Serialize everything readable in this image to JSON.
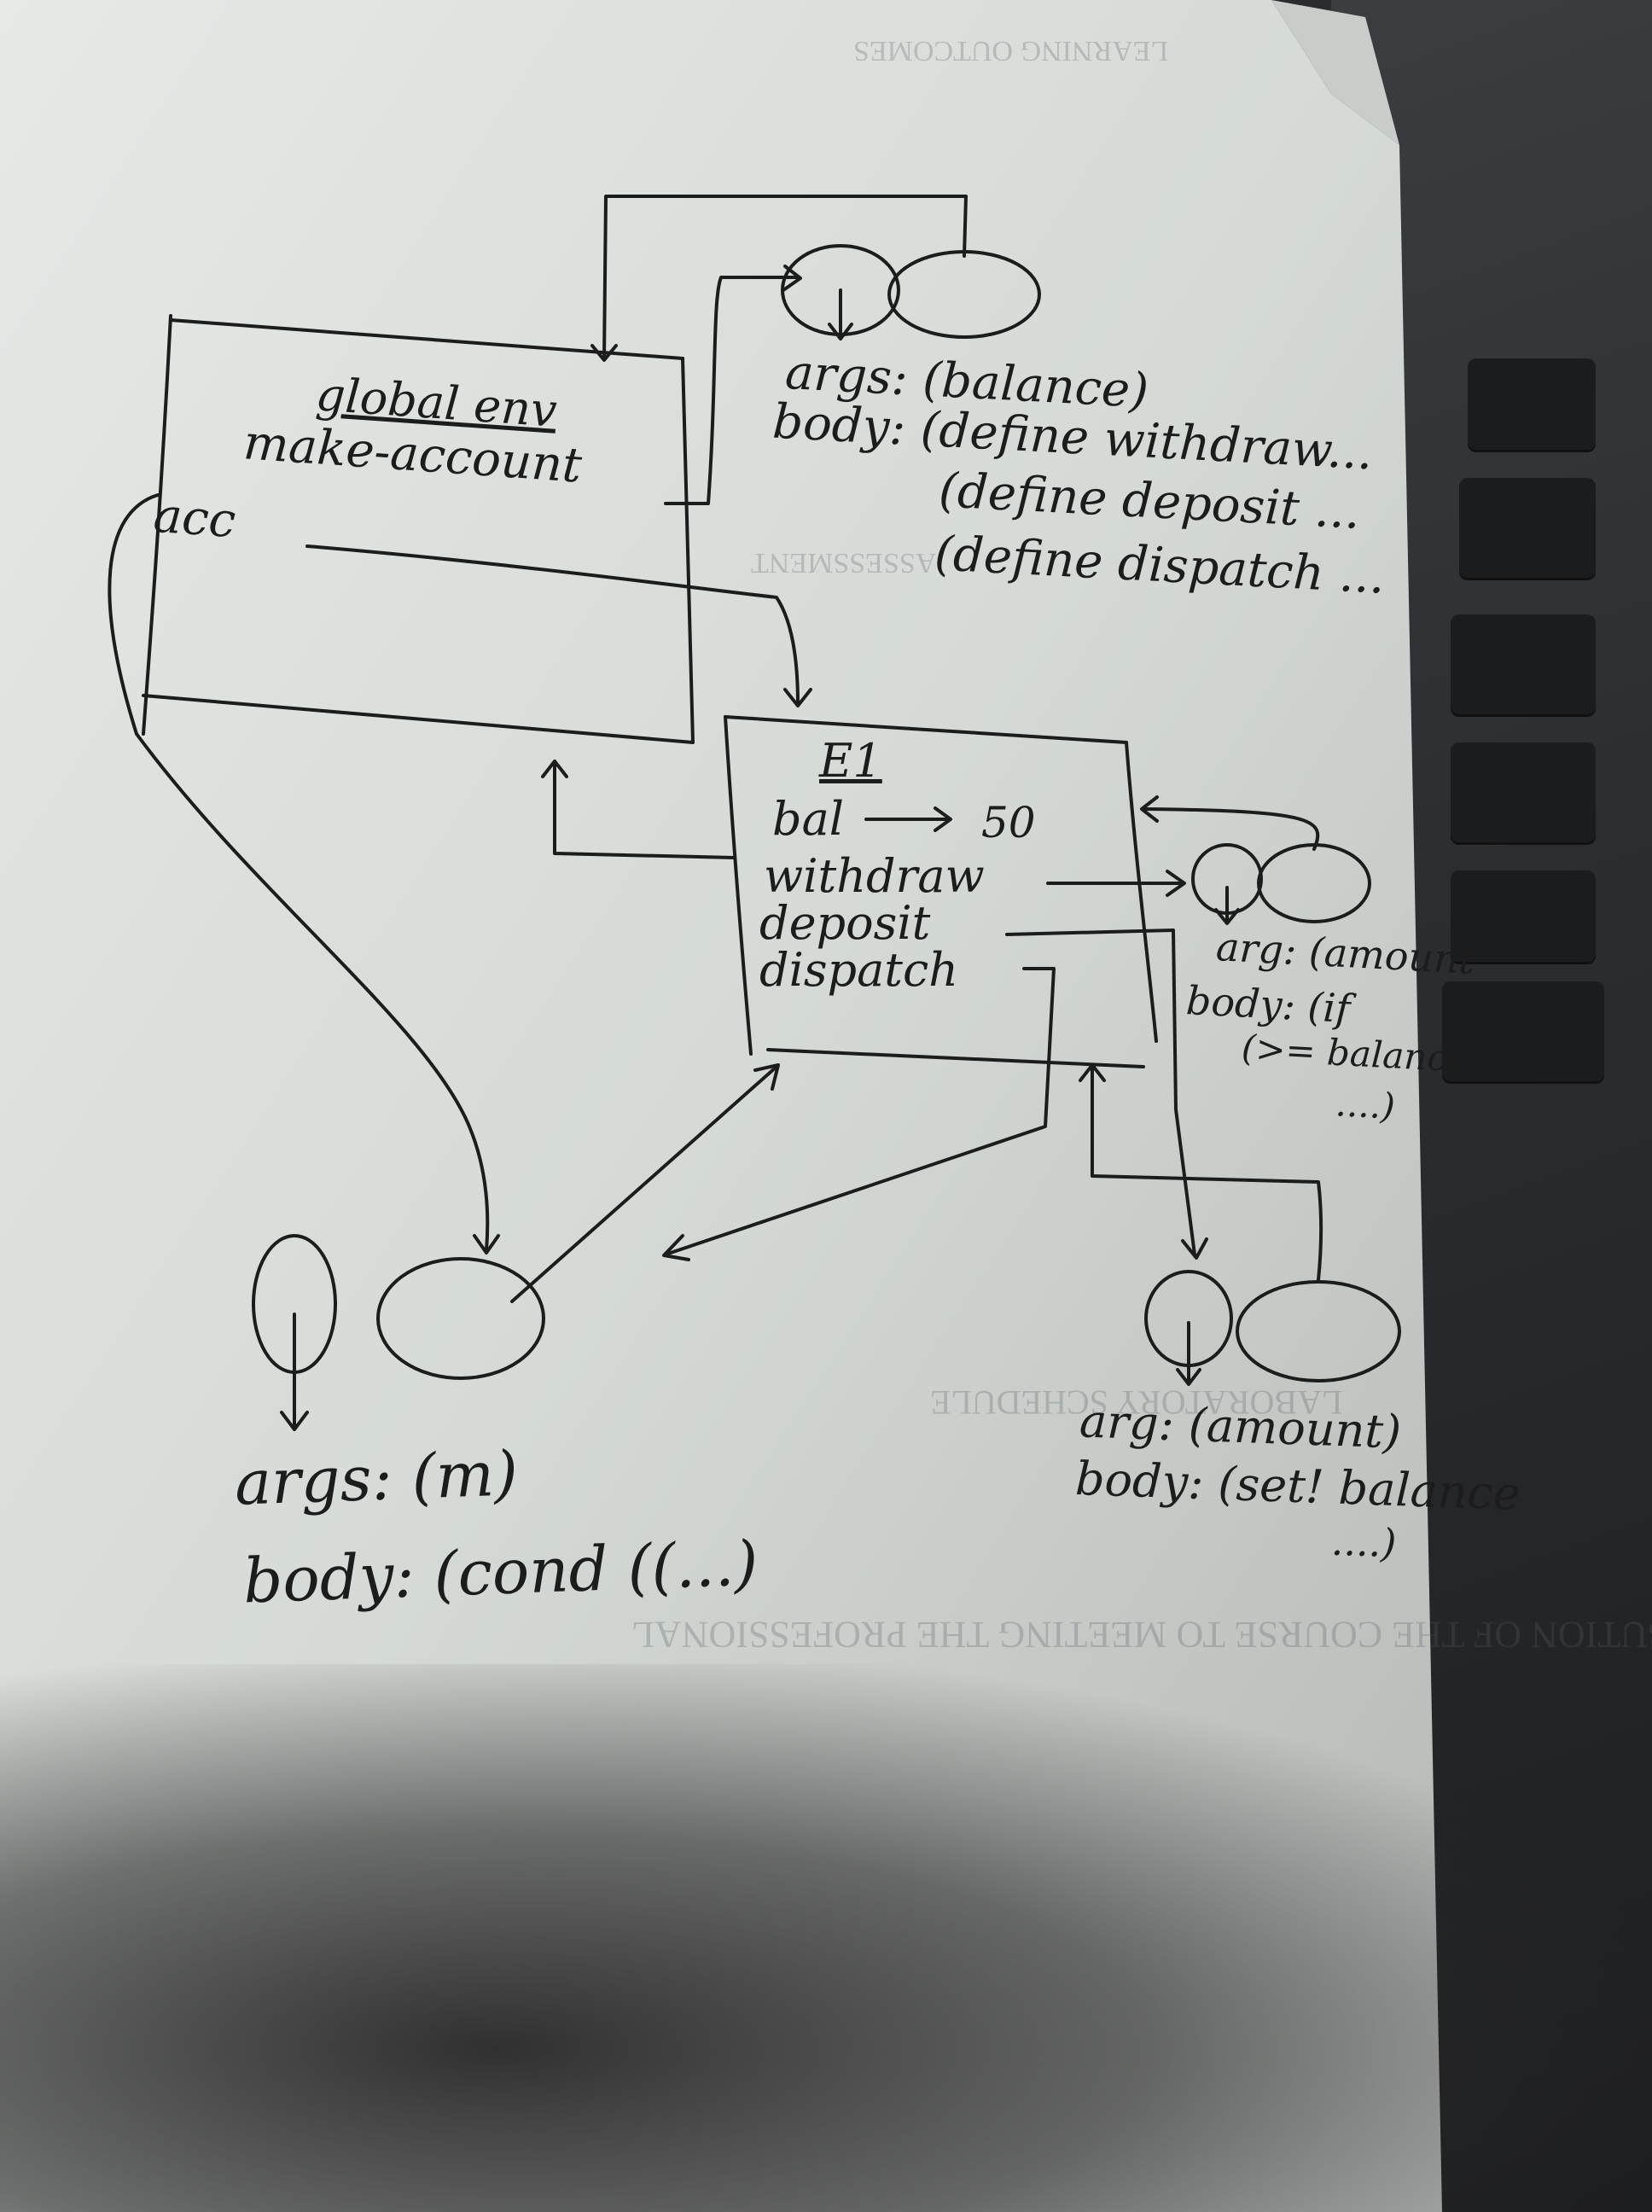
{
  "global_env": {
    "title": "global env",
    "bindings": [
      "make-account",
      "acc"
    ]
  },
  "make_account_procedure": {
    "args": "args: (balance)",
    "body": [
      "body: (define withdraw...",
      "(define deposit ...",
      "(define dispatch ..."
    ]
  },
  "e1_frame": {
    "title": "E1",
    "bal_name": "bal",
    "bal_value": "50",
    "bindings": [
      "withdraw",
      "deposit",
      "dispatch"
    ]
  },
  "withdraw_procedure": {
    "args": "arg: (amount",
    "body": [
      "body: (if",
      "(>= balance",
      "....)"
    ]
  },
  "deposit_procedure": {
    "args": "arg: (amount)",
    "body": [
      "body: (set! balance",
      "....)"
    ]
  },
  "dispatch_procedure": {
    "args": "args: (m)",
    "body": "body: (cond ((...)"
  },
  "colors": {
    "ink": "#1c1c1c",
    "paper": "#d9ddd8",
    "background": "#2a2c2e"
  }
}
